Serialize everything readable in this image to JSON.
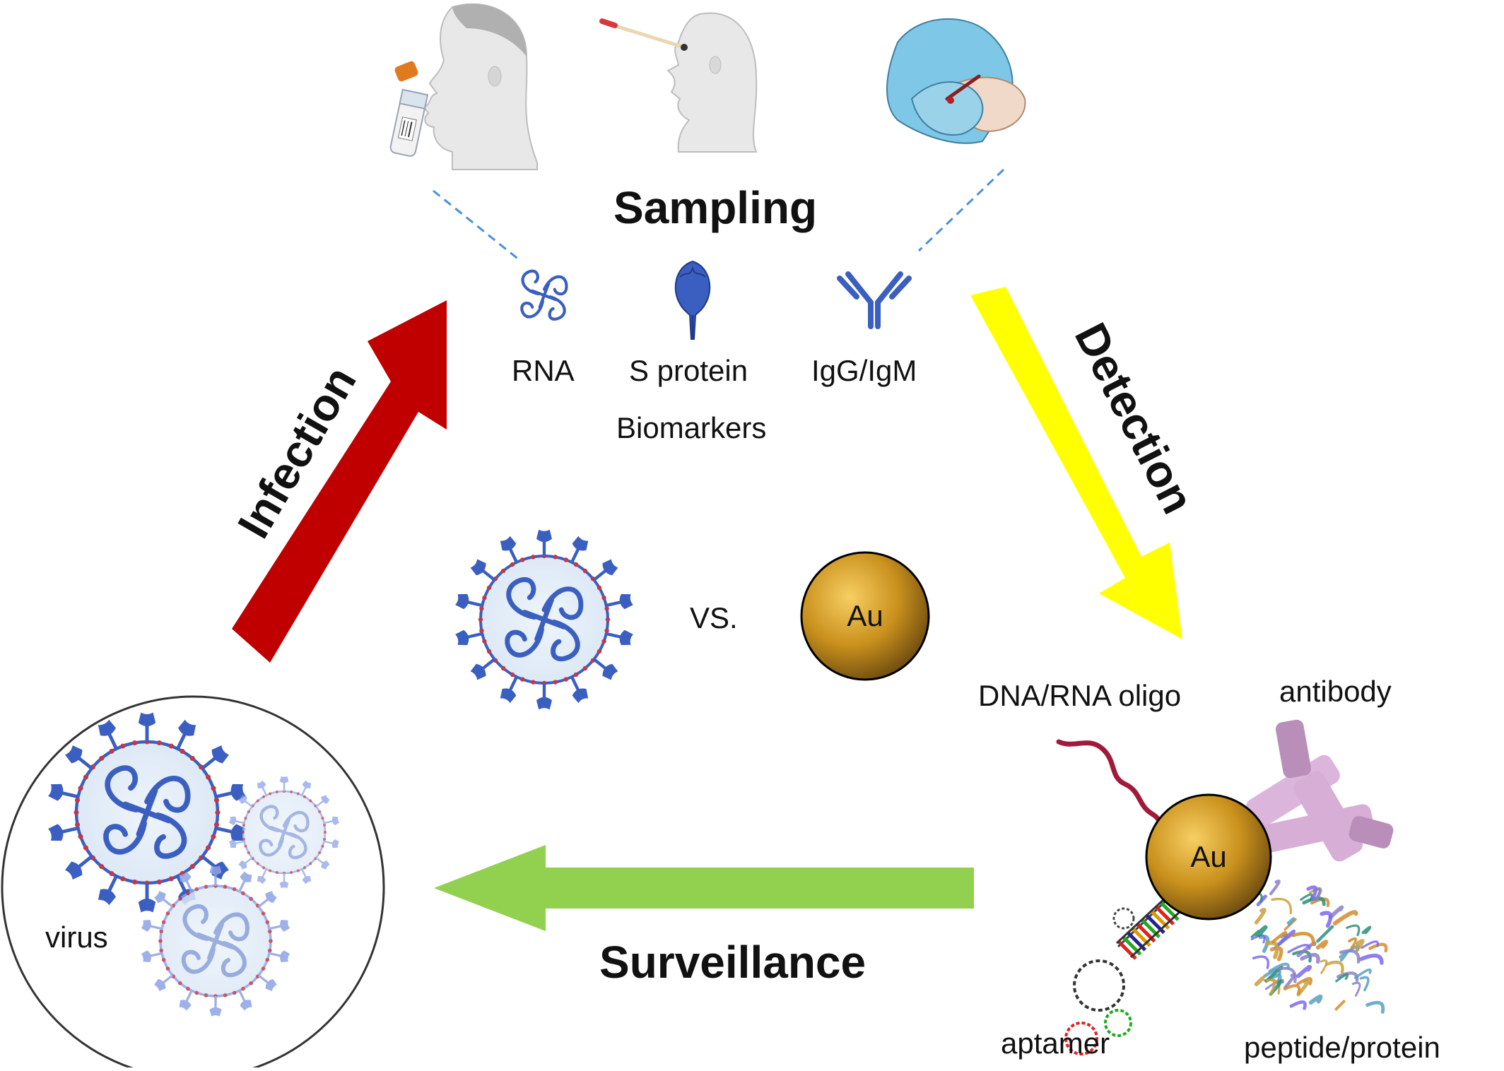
{
  "sampling": {
    "label": "Sampling"
  },
  "biomarkers": {
    "rna": "RNA",
    "s_protein": "S protein",
    "igg_igm": "IgG/IgM",
    "group_label": "Biomarkers"
  },
  "arrows": {
    "infection": {
      "label": "Infection",
      "color": "#c00000"
    },
    "detection": {
      "label": "Detection",
      "color": "#ffff00"
    },
    "surveillance": {
      "label": "Surveillance",
      "color": "#92d050"
    }
  },
  "center": {
    "vs": "VS.",
    "au": "Au"
  },
  "virus_circle": {
    "label": "virus"
  },
  "nanoparticle": {
    "au": "Au",
    "dna_rna_oligo": "DNA/RNA oligo",
    "antibody": "antibody",
    "aptamer": "aptamer",
    "peptide_protein": "peptide/protein"
  },
  "colors": {
    "virus_blue": "#3a5fc0",
    "virus_pale": "#8ea3e6",
    "spike_red": "#c0394b",
    "gold": "#c9901c",
    "antibody_purple": "#d6aed6",
    "dashed_line": "#4a90d9",
    "skin": "#e8e8e8",
    "glove": "#7fc7e6"
  }
}
